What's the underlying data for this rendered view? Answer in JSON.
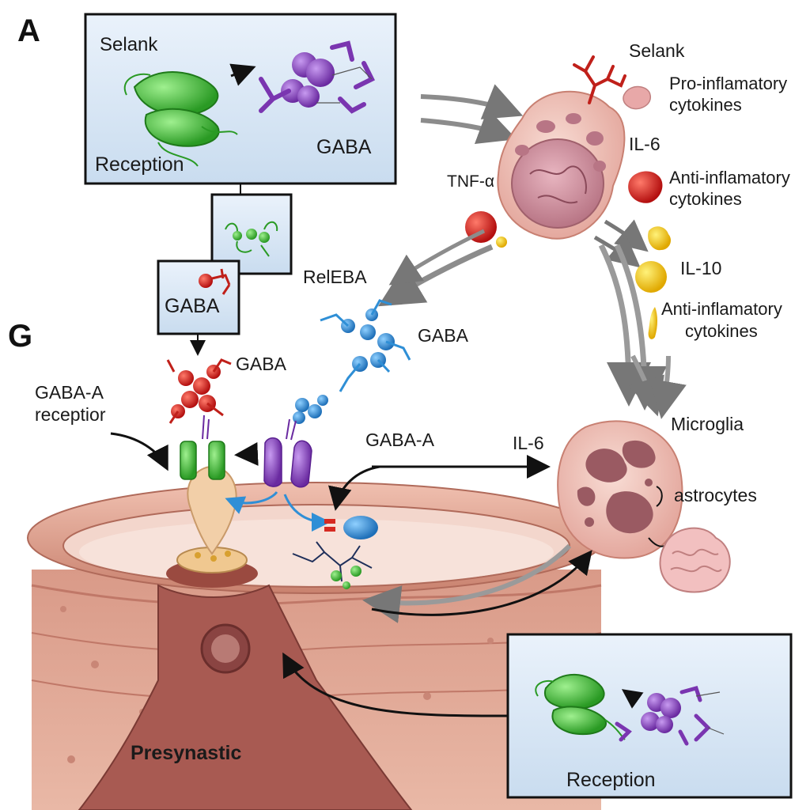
{
  "panels": {
    "letter_top": "A",
    "letter_mid": "G"
  },
  "top_box": {
    "title": "Selank",
    "left_caption": "Reception",
    "right_caption": "GABA"
  },
  "small_box": {
    "caption": "GABA"
  },
  "bottom_box": {
    "caption": "Reception"
  },
  "cell_labels": {
    "selank": "Selank",
    "pro_inflammatory_1": "Pro-inflamatory",
    "pro_inflammatory_2": "cytokines",
    "il6_top": "IL-6",
    "tnf": "TNF-α",
    "anti_inflammatory_a1": "Anti-inflamatory",
    "anti_inflammatory_a2": "cytokines",
    "il10": "IL-10",
    "anti_inflammatory_b1": "Anti-inflamatory",
    "anti_inflammatory_b2": "cytokines"
  },
  "middle_labels": {
    "relEBA": "RelEBA",
    "gaba_blue": "GABA",
    "gaba_red": "GABA",
    "gaba_a_receptor_1": "GABA-A",
    "gaba_a_receptor_2": "receptior",
    "gaba_a_mid": "GABA-A",
    "il6_mid": "IL-6"
  },
  "microglia_labels": {
    "microglia": "Microglia",
    "astrocytes": "astrocytes"
  },
  "synapse_labels": {
    "presynaptic": "Presynastic"
  },
  "colors": {
    "box_fill": "#dbe8f5",
    "protein_green": "#3fbf3a",
    "protein_purple": "#8a3fc0",
    "protein_red": "#d62a22",
    "protein_blue": "#2f8fd6",
    "cell_pink": "#f2c8c0",
    "arrow_gray": "#8c8c8c"
  }
}
